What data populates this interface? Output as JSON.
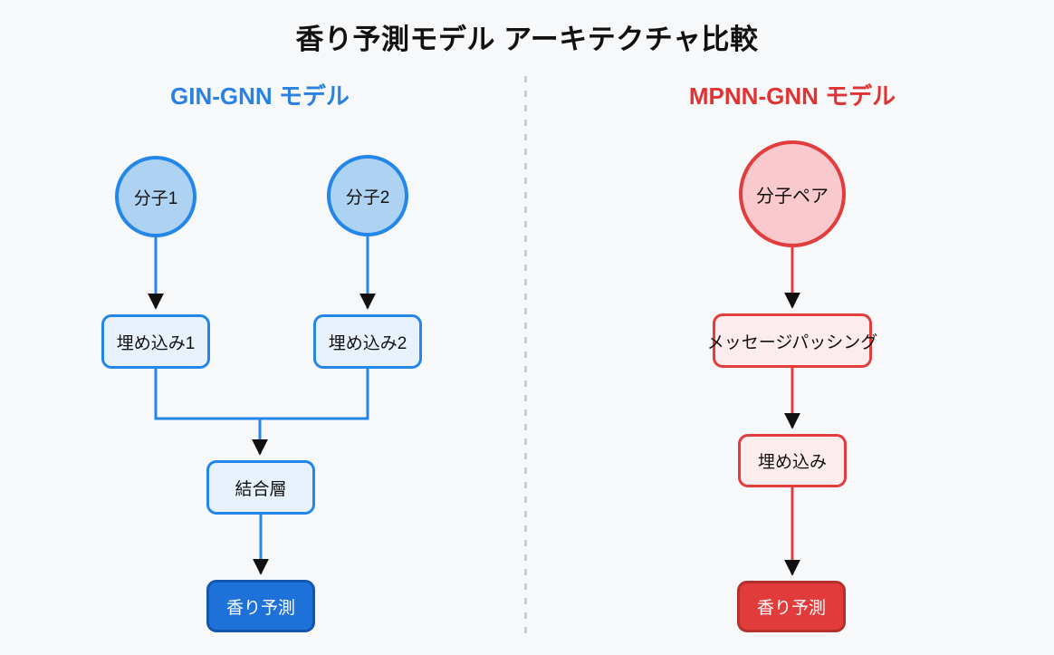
{
  "diagram": {
    "title": "香り予測モデル アーキテクチャ比較",
    "left": {
      "header": "GIN-GNN モデル",
      "nodes": {
        "molecule1": "分子1",
        "molecule2": "分子2",
        "embedding1": "埋め込み1",
        "embedding2": "埋め込み2",
        "concat": "結合層",
        "predict": "香り予測"
      },
      "edges": [
        {
          "from": "分子1",
          "to": "埋め込み1"
        },
        {
          "from": "分子2",
          "to": "埋め込み2"
        },
        {
          "from": "埋め込み1",
          "to": "結合層"
        },
        {
          "from": "埋め込み2",
          "to": "結合層"
        },
        {
          "from": "結合層",
          "to": "香り予測"
        }
      ]
    },
    "right": {
      "header": "MPNN-GNN モデル",
      "nodes": {
        "molecule_pair": "分子ペア",
        "message_passing": "メッセージパッシング",
        "embedding": "埋め込み",
        "predict": "香り予測"
      },
      "edges": [
        {
          "from": "分子ペア",
          "to": "メッセージパッシング"
        },
        {
          "from": "メッセージパッシング",
          "to": "埋め込み"
        },
        {
          "from": "埋め込み",
          "to": "香り予測"
        }
      ]
    }
  },
  "colors": {
    "background": "#f7f8fa",
    "text": "#111111",
    "blue_accent": "#2386e8",
    "blue_header": "#2b80e4",
    "blue_circle_fill": "#aed3f2",
    "blue_box_fill": "#e8f2fc",
    "blue_final_fill": "#1d71d8",
    "blue_final_border": "#1256ad",
    "red_accent": "#e23c3c",
    "red_header": "#e03434",
    "red_circle_fill": "#f9c9cd",
    "red_box_fill": "#fdeced",
    "red_final_fill": "#e13b3b",
    "red_final_border": "#b52f2f",
    "arrowhead": "#111111",
    "divider": "#cdcdcd"
  }
}
